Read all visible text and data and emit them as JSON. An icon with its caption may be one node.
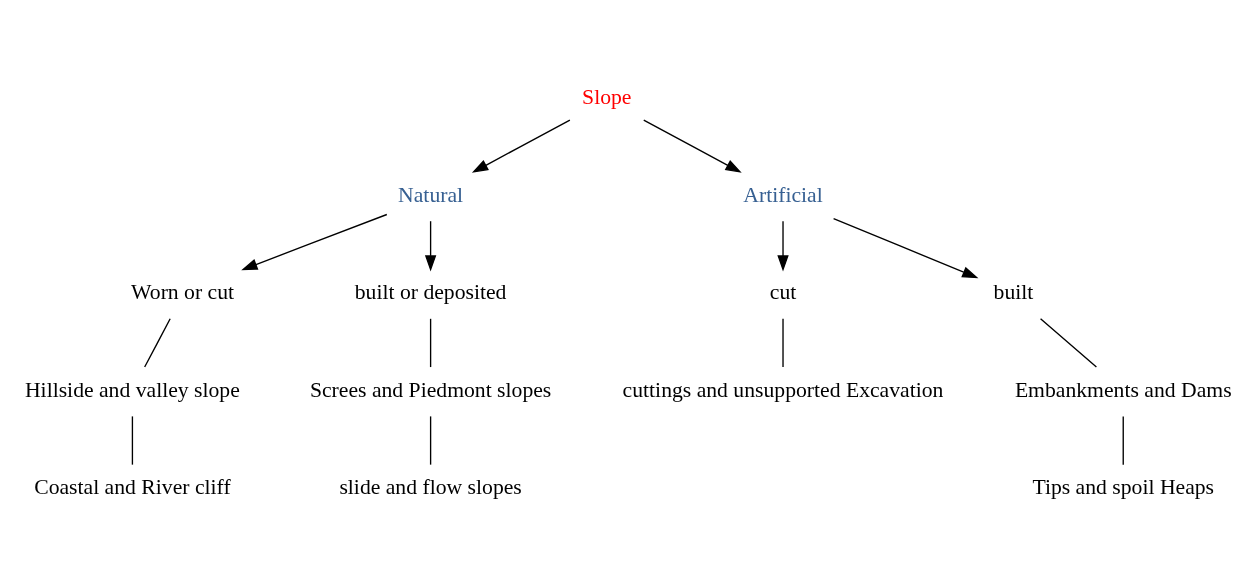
{
  "diagram": {
    "nodes": [
      {
        "text": [
          "Slope"
        ]
      },
      {
        "text": [
          "Natural"
        ]
      },
      {
        "text": [
          "Artificial"
        ]
      },
      {
        "text": [
          "Worn or cut"
        ]
      },
      {
        "text": [
          "built or deposited"
        ]
      },
      {
        "text": [
          "cut"
        ]
      },
      {
        "text": [
          "built"
        ]
      },
      {
        "text": [
          "Hillside and valley slope"
        ]
      },
      {
        "text": [
          "Screes and Piedmont slopes"
        ]
      },
      {
        "text": [
          "cuttings and unsupported Excavation"
        ]
      },
      {
        "text": [
          "Embankments and Dams"
        ]
      },
      {
        "text": [
          "Coastal and River cliff"
        ]
      },
      {
        "text": [
          "slide and flow slopes"
        ]
      },
      {
        "text": [
          "Tips and spoil Heaps"
        ]
      }
    ],
    "edges": [
      {
        "from": 0,
        "to": 1,
        "arrow": "to"
      },
      {
        "from": 0,
        "to": 2,
        "arrow": "to"
      },
      {
        "from": 1,
        "to": 3,
        "arrow": "to"
      },
      {
        "from": 1,
        "to": 4,
        "arrow": "to"
      },
      {
        "from": 2,
        "to": 5,
        "arrow": "to"
      },
      {
        "from": 2,
        "to": 6,
        "arrow": "to"
      },
      {
        "from": 3,
        "to": 7,
        "arrow": "none"
      },
      {
        "from": 4,
        "to": 8,
        "arrow": "none"
      },
      {
        "from": 5,
        "to": 9,
        "arrow": "none"
      },
      {
        "from": 6,
        "to": 10,
        "arrow": "none"
      },
      {
        "from": 7,
        "to": 11,
        "arrow": "none"
      },
      {
        "from": 8,
        "to": 12,
        "arrow": "none"
      },
      {
        "from": 10,
        "to": 13,
        "arrow": "none"
      }
    ]
  }
}
